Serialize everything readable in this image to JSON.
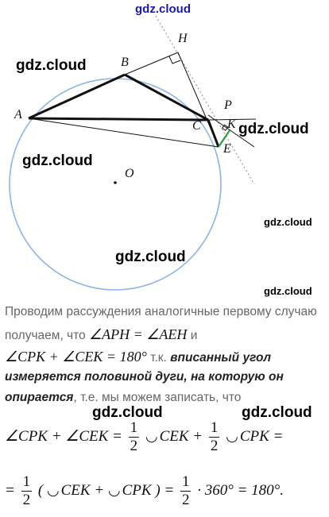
{
  "watermarks": {
    "top": "gdz.cloud",
    "w1": "gdz.cloud",
    "w2": "gdz.cloud",
    "w3": "gdz.cloud",
    "w4": "gdz.cloud",
    "w5": "gdz.cloud",
    "w6": "gdz.cloud",
    "w7": "gdz.cloud",
    "w8": "gdz.cloud"
  },
  "figure": {
    "points": {
      "A": "A",
      "B": "B",
      "C": "C",
      "O": "O",
      "H": "H",
      "P": "P",
      "K": "K",
      "E": "E"
    },
    "colors": {
      "circle": "#8db4e2",
      "lines": "#111111",
      "marker": "#2e9e3e",
      "dotted": "#999999"
    }
  },
  "text": {
    "line1": "Проводим рассуждения аналогичные первому случаю",
    "line2a": "получаем, что ",
    "line2math": "∠APH = ∠AEH",
    "line2b": " и",
    "line3math": "∠CPK + ∠CEK = 180°",
    "line3b": " т.к. ",
    "line3bold": "вписанный угол",
    "line4bold": "измеряется половиной дуги, на которую он",
    "line5bold": "опирается",
    "line5b": ", т.е. мы можем записать, что"
  },
  "equations": {
    "eq1_left": "∠CPK + ∠CEK = ",
    "eq1_frac1_num": "1",
    "eq1_frac1_den": "2",
    "eq1_arc1": "◡",
    "eq1_term1": "CEK + ",
    "eq1_frac2_num": "1",
    "eq1_frac2_den": "2",
    "eq1_arc2": "◡",
    "eq1_term2": "CPK =",
    "eq2_start": "= ",
    "eq2_frac1_num": "1",
    "eq2_frac1_den": "2",
    "eq2_paren_open": " ( ",
    "eq2_arc1": "◡",
    "eq2_term1": "CEK + ",
    "eq2_arc2": "◡",
    "eq2_term2": "CPK ) = ",
    "eq2_frac2_num": "1",
    "eq2_frac2_den": "2",
    "eq2_end": " · 360° = 180°."
  }
}
